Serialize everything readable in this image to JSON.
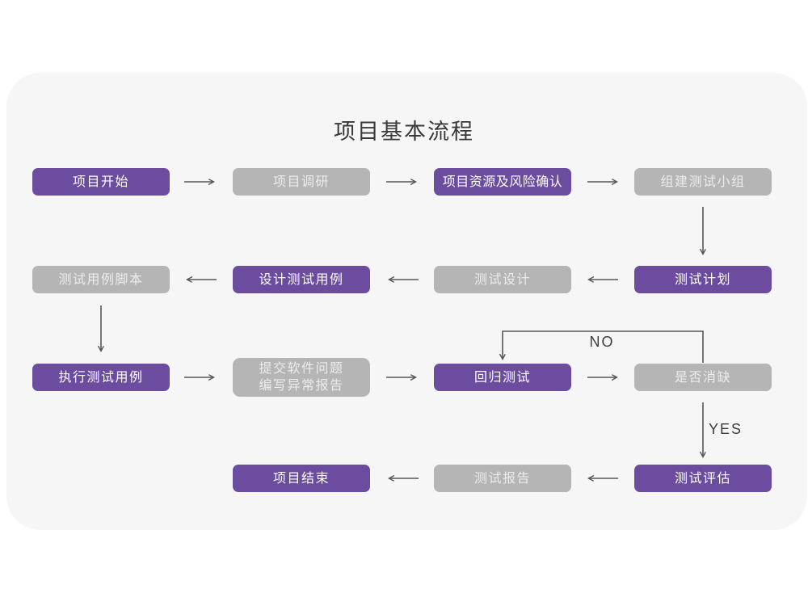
{
  "title": "项目基本流程",
  "colors": {
    "page_bg": "#ffffff",
    "card_bg": "#f6f6f6",
    "purple": "#6B4C9E",
    "gray": "#b5b5b5",
    "purple_text": "#ffffff",
    "gray_text": "#ececec",
    "arrow": "#56565a"
  },
  "nodes": [
    {
      "id": "project-start",
      "label": "项目开始",
      "variant": "purple"
    },
    {
      "id": "project-research",
      "label": "项目调研",
      "variant": "gray"
    },
    {
      "id": "resource-risk",
      "label": "项目资源及风险确认",
      "variant": "purple"
    },
    {
      "id": "build-test-team",
      "label": "组建测试小组",
      "variant": "gray"
    },
    {
      "id": "test-case-script",
      "label": "测试用例脚本",
      "variant": "gray"
    },
    {
      "id": "design-test-cases",
      "label": "设计测试用例",
      "variant": "purple"
    },
    {
      "id": "test-design",
      "label": "测试设计",
      "variant": "gray"
    },
    {
      "id": "test-plan",
      "label": "测试计划",
      "variant": "purple"
    },
    {
      "id": "execute-test-cases",
      "label": "执行测试用例",
      "variant": "purple"
    },
    {
      "id": "submit-issues",
      "label_line1": "提交软件问题",
      "label_line2": "编写异常报告",
      "variant": "gray"
    },
    {
      "id": "regression-test",
      "label": "回归测试",
      "variant": "purple"
    },
    {
      "id": "defect-cleared",
      "label": "是否消缺",
      "variant": "gray"
    },
    {
      "id": "project-end",
      "label": "项目结束",
      "variant": "purple"
    },
    {
      "id": "test-report",
      "label": "测试报告",
      "variant": "gray"
    },
    {
      "id": "test-evaluation",
      "label": "测试评估",
      "variant": "purple"
    }
  ],
  "edge_labels": {
    "no": "NO",
    "yes": "YES"
  }
}
